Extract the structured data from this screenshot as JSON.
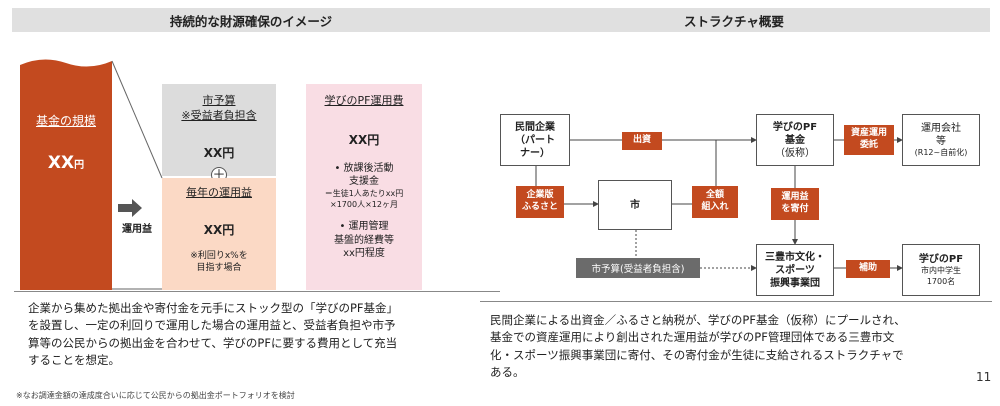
{
  "left": {
    "header": "持続的な財源確保のイメージ",
    "fund": {
      "label": "基金の規模",
      "amount": "XX",
      "unit": "円"
    },
    "arrow_label": "運用益",
    "city_budget": {
      "title_line1": "市予算",
      "title_line2": "※受益者負担含",
      "amount": "XX円"
    },
    "plus": "＋",
    "annual_return": {
      "title": "毎年の運用益",
      "amount": "XX円",
      "note_line1": "※利回りx%を",
      "note_line2": "目指す場合"
    },
    "pf_cost": {
      "title": "学びのPF運用費",
      "amount": "XX円",
      "item1_line1": "• 放課後活動",
      "item1_line2": "支援金",
      "item1_sub_line1": "＝生徒1人あたりxx円",
      "item1_sub_line2": "×1700人×12ヶ月",
      "item2_line1": "• 運用管理",
      "item2_line2": "基盤的経費等",
      "item2_line3": "xx円程度"
    },
    "description": {
      "line1": "企業から集めた拠出金や寄付金を元手にストック型の「学びのPF基金」",
      "line2": "を設置し、一定の利回りで運用した場合の運用益と、受益者負担や市予",
      "line3": "算等の公民からの拠出金を合わせて、学びのPFに要する費用として充当",
      "line4": "することを想定。"
    },
    "footnote": "※なお調達金額の達成度合いに応じて公民からの拠出金ポートフォリオを検討"
  },
  "right": {
    "header": "ストラクチャ概要",
    "nodes": {
      "company": {
        "line1": "民間企業",
        "line2": "（パート",
        "line3": "ナー）"
      },
      "city": "市",
      "pf_fund": {
        "line1": "学びのPF",
        "line2": "基金",
        "line3": "（仮称）"
      },
      "asset_mgr": {
        "line1": "運用会社",
        "line2": "等",
        "line3": "(R12~自前化)"
      },
      "toyo_org": {
        "line1": "三豊市文化・",
        "line2": "スポーツ",
        "line3": "振興事業団"
      },
      "pf": {
        "line1": "学びのPF",
        "line2": "市内中学生",
        "line3": "1700名"
      }
    },
    "tags": {
      "invest": "出資",
      "furusato_line1": "企業版",
      "furusato_line2": "ふるさと",
      "full_line1": "全額",
      "full_line2": "組入れ",
      "asset_line1": "資産運用",
      "asset_line2": "委託",
      "donate_line1": "運用益",
      "donate_line2": "を寄付",
      "subsidy": "補助",
      "city_budget": "市予算(受益者負担含)"
    },
    "description": {
      "line1": "民間企業による出資金／ふるさと納税が、学びのPF基金（仮称）にプールされ、",
      "line2": "基金での資産運用により創出された運用益が学びのPF管理団体である三豊市文",
      "line3": "化・スポーツ振興事業団に寄付、その寄付金が生徒に支給されるストラクチャで",
      "line4": "ある。"
    },
    "page_number": "11"
  }
}
